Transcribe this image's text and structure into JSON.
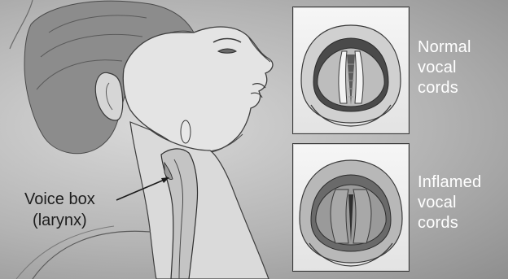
{
  "labels": {
    "larynx_line1": "Voice box",
    "larynx_line2": "(larynx)",
    "normal_line1": "Normal",
    "normal_line2": "vocal",
    "normal_line3": "cords",
    "inflamed_line1": "Inflamed",
    "inflamed_line2": "vocal",
    "inflamed_line3": "cords"
  },
  "colors": {
    "background": "#b4b4b4",
    "panel_label_text": "#ffffff",
    "callout_text": "#1e1e1e",
    "normal_tissue": "#dcdcdc",
    "inflamed_tissue": "#8a8a8a"
  }
}
